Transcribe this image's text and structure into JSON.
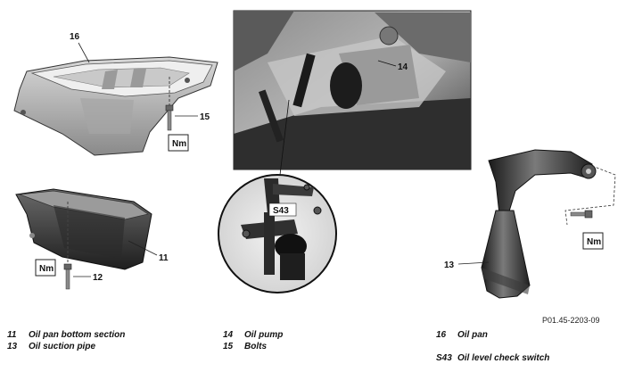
{
  "callouts": {
    "c11": "11",
    "c12": "12",
    "c13": "13",
    "c14": "14",
    "c15": "15",
    "c16": "16",
    "s43": "S43"
  },
  "torque_label": "Nm",
  "figure_id": "P01.45-2203-09",
  "legend": [
    {
      "num": "11",
      "text": "Oil pan bottom section"
    },
    {
      "num": "13",
      "text": "Oil suction pipe"
    },
    {
      "num": "14",
      "text": "Oil pump"
    },
    {
      "num": "15",
      "text": "Bolts"
    },
    {
      "num": "16",
      "text": "Oil pan"
    },
    {
      "num": "S43",
      "text": "Oil level check switch"
    }
  ]
}
